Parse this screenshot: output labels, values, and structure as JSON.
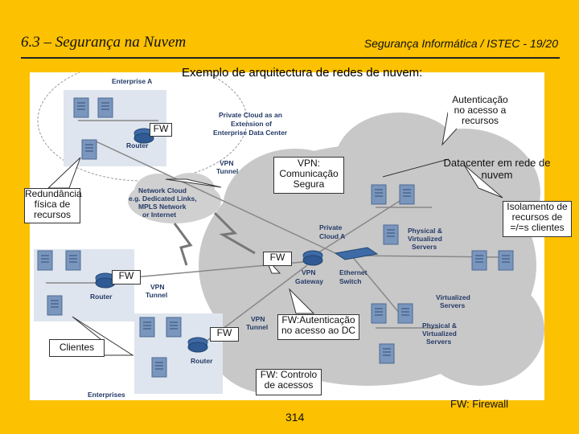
{
  "header": {
    "title": "6.3 – Segurança na Nuvem",
    "course": "Segurança Informática / ISTEC - 19/20"
  },
  "subtitle": "Exemplo de arquitectura de redes de nuvem:",
  "diagram": {
    "enterprise_a": "Enterprise A",
    "private_cloud_line1": "Private Cloud as an",
    "private_cloud_line2": "Extension of",
    "private_cloud_line3": "Enterprise Data Center",
    "router_top": "Router",
    "vpn_tunnel_top": "VPN",
    "vpn_tunnel_top2": "Tunnel",
    "network_cloud_1": "Network Cloud",
    "network_cloud_2": "e.g. Dedicated Links,",
    "network_cloud_3": "MPLS Network",
    "network_cloud_4": "or Internet",
    "private_cloud_a1": "Private",
    "private_cloud_a2": "Cloud A",
    "phys_servers_1": "Physical &",
    "phys_servers_2": "Virtualized",
    "phys_servers_3": "Servers",
    "vpn_gateway_1": "VPN",
    "vpn_gateway_2": "Gateway",
    "ethernet_switch_1": "Ethernet",
    "ethernet_switch_2": "Switch",
    "router_mid": "Router",
    "vpn_tunnel_mid": "VPN",
    "vpn_tunnel_mid2": "Tunnel",
    "vpn_tunnel_bot": "VPN",
    "vpn_tunnel_bot2": "Tunnel",
    "router_bot": "Router",
    "virt_servers_1": "Virtualized",
    "virt_servers_2": "Servers",
    "phys_servers_b1": "Physical &",
    "phys_servers_b2": "Virtualized",
    "phys_servers_b3": "Servers",
    "enterprises": "Enterprises"
  },
  "callouts": {
    "fw_top": "FW",
    "auth": "Autenticação no acesso a recursos",
    "vpn": "VPN: Comunicação Segura",
    "datacenter": "Datacenter em rede de nuvem",
    "redundancy": "Redundância física de recursos",
    "isolation": "Isolamento de recursos de =/=s clientes",
    "fw_gateway": "FW",
    "fw_left": "FW",
    "fw_bottom": "FW",
    "fw_auth": "FW:Autenticação no acesso ao DC",
    "clients": "Clientes",
    "fw_control": "FW: Controlo de acessos",
    "fw_firewall": "FW: Firewall"
  },
  "page_number": "314",
  "colors": {
    "background": "#fcc100",
    "cloud": "#c8c8c8",
    "server": "#7b96bd",
    "router": "#3e6aa6"
  }
}
